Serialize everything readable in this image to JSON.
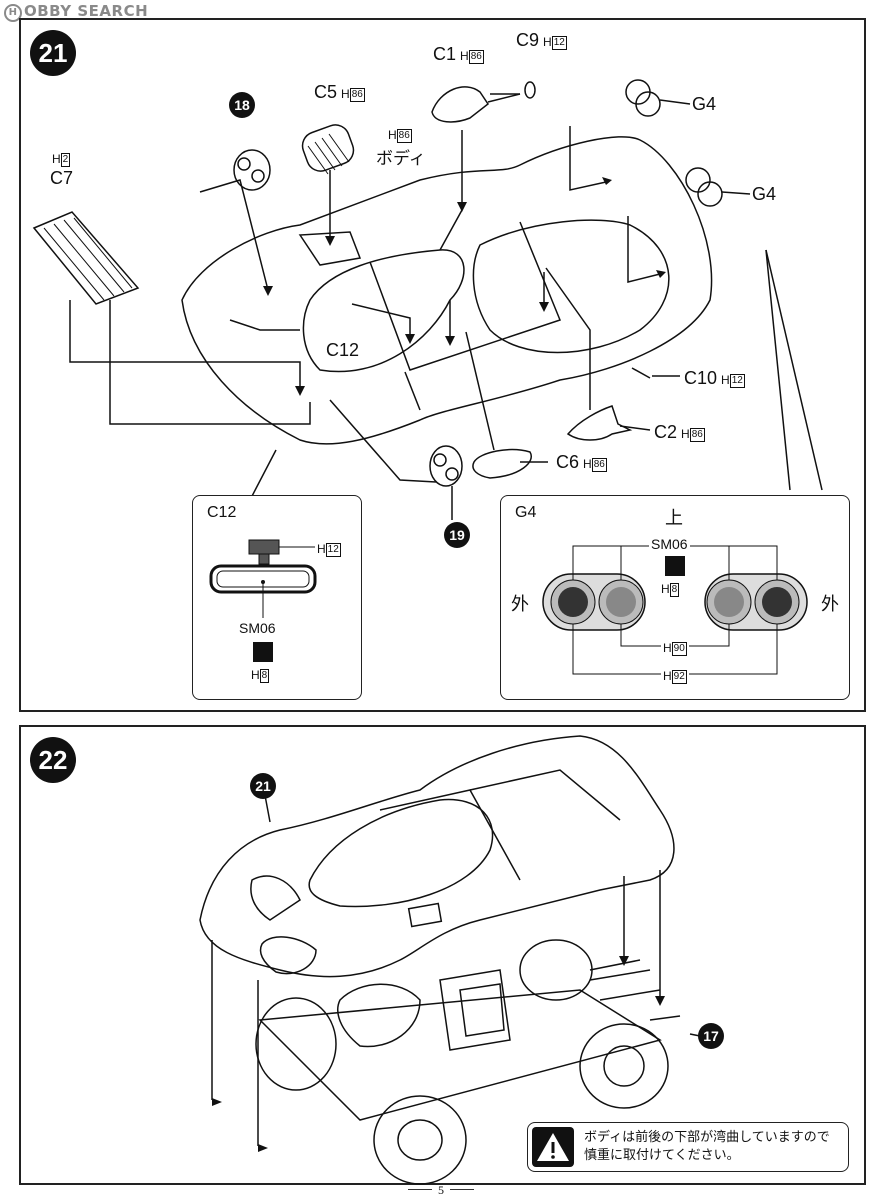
{
  "watermark": {
    "logo": "H",
    "text": "OBBY SEARCH"
  },
  "step21": {
    "number": "21",
    "parts": {
      "c1": {
        "code": "C1",
        "paint": "H",
        "color": "86"
      },
      "c9": {
        "code": "C9",
        "paint": "H",
        "color": "12"
      },
      "g4a": {
        "code": "G4"
      },
      "g4b": {
        "code": "G4"
      },
      "c5": {
        "code": "C5",
        "paint": "H",
        "color": "86"
      },
      "body": {
        "name": "ボディ",
        "paint": "H",
        "color": "86"
      },
      "c7": {
        "code": "C7",
        "paint": "H",
        "color": "2"
      },
      "c12": {
        "code": "C12"
      },
      "c10": {
        "code": "C10",
        "paint": "H",
        "color": "12"
      },
      "c2": {
        "code": "C2",
        "paint": "H",
        "color": "86"
      },
      "c6": {
        "code": "C6",
        "paint": "H",
        "color": "86"
      }
    },
    "refs": {
      "r18": "18",
      "r19": "19"
    },
    "detail_c12": {
      "title": "C12",
      "top_paint": "H",
      "top_color": "12",
      "mirror_paint": "SM06",
      "decal_paint": "H",
      "decal_color": "8"
    },
    "detail_g4": {
      "title": "G4",
      "top": "上",
      "left": "外",
      "right": "外",
      "paint1": "SM06",
      "paint1_h": "H",
      "paint1_c": "8",
      "paint2_h": "H",
      "paint2_c": "90",
      "paint3_h": "H",
      "paint3_c": "92"
    }
  },
  "step22": {
    "number": "22",
    "refs": {
      "r21": "21",
      "r17": "17"
    },
    "caution": {
      "line1": "ボディは前後の下部が湾曲していますので",
      "line2": "慎重に取付けてください。"
    }
  },
  "page": {
    "number": "5"
  }
}
